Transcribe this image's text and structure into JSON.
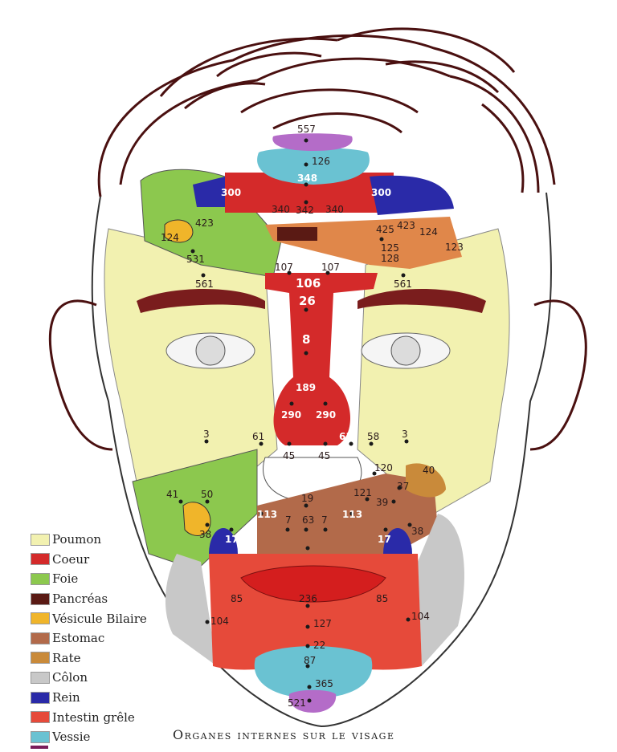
{
  "caption": "Organes internes sur le visage",
  "legend": [
    {
      "label": "Poumon",
      "color": "#f2f1b0"
    },
    {
      "label": "Coeur",
      "color": "#d42a2a"
    },
    {
      "label": "Foie",
      "color": "#8cc84e"
    },
    {
      "label": "Pancréas",
      "color": "#5a1a14"
    },
    {
      "label": "Vésicule Bilaire",
      "color": "#f0b52a"
    },
    {
      "label": "Estomac",
      "color": "#b26a4a"
    },
    {
      "label": "Rate",
      "color": "#c98a3a"
    },
    {
      "label": "Côlon",
      "color": "#c8c8c8"
    },
    {
      "label": "Rein",
      "color": "#2a2aa8"
    },
    {
      "label": "Intestin grêle",
      "color": "#e64a3a"
    },
    {
      "label": "Vessie",
      "color": "#6ac2d2"
    }
  ],
  "points": {
    "p557": "557",
    "p126": "126",
    "p348": "348",
    "p300l": "300",
    "p300r": "300",
    "p340l": "340",
    "p342": "342",
    "p340r": "340",
    "p423l": "423",
    "p124l": "124",
    "p531": "531",
    "p425": "425",
    "p423r": "423",
    "p124r": "124",
    "p125": "125",
    "p128": "128",
    "p123": "123",
    "p107l": "107",
    "p107r": "107",
    "p561l": "561",
    "p561r": "561",
    "p106": "106",
    "p26": "26",
    "p8": "8",
    "p189": "189",
    "p290l": "290",
    "p290r": "290",
    "p3l": "3",
    "p3r": "3",
    "p61l": "61",
    "p61r": "61",
    "p58": "58",
    "p45l": "45",
    "p45r": "45",
    "p120": "120",
    "p40": "40",
    "p37": "37",
    "p121": "121",
    "p39": "39",
    "p41": "41",
    "p50": "50",
    "p19": "19",
    "p113l": "113",
    "p113r": "113",
    "p7l": "7",
    "p63": "63",
    "p7r": "7",
    "p38l": "38",
    "p38r": "38",
    "p17l": "17",
    "p17r": "17",
    "p85l": "85",
    "p85r": "85",
    "p236": "236",
    "p104l": "104",
    "p104r": "104",
    "p127": "127",
    "p22": "22",
    "p87": "87",
    "p365": "365",
    "p521": "521"
  }
}
